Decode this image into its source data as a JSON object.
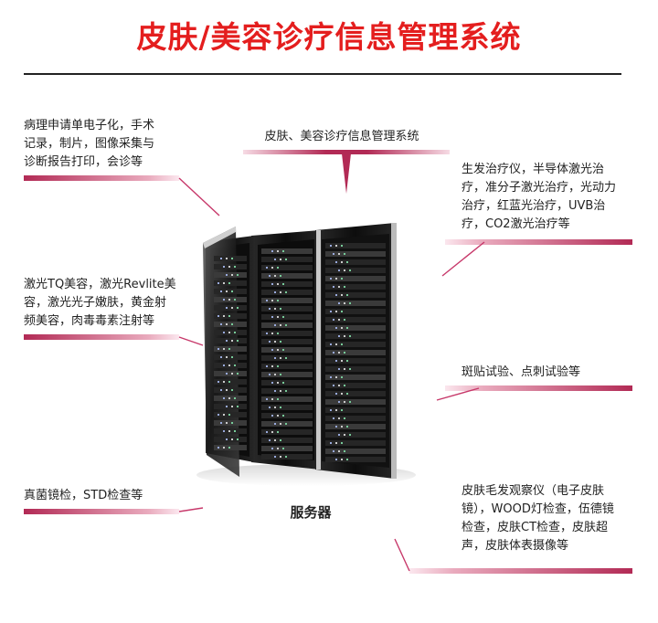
{
  "title": "皮肤/美容诊疗信息管理系统",
  "center": {
    "label": "皮肤、美容诊疗信息管理系统"
  },
  "server_caption": "服务器",
  "boxes": {
    "pathology": "病理申请单电子化，手术\n记录，制片，图像采集与\n诊断报告打印，会诊等",
    "laser_beauty": "激光TQ美容，激光Revlite美\n容，激光光子嫩肤，黄金射\n频美容，肉毒毒素注射等",
    "fungal": "真菌镜检，STD检查等",
    "hair_therapy": "生发治疗仪，半导体激光治\n疗，准分子激光治疗，光动力\n治疗，红蓝光治疗，UVB治\n疗，CO2激光治疗等",
    "patch_test": "斑贴试验、点刺试验等",
    "dermoscopy": "皮肤毛发观察仪（电子皮肤\n镜），WOOD灯检查，伍德镜\n检查，皮肤CT检查，皮肤超\n声，皮肤体表摄像等"
  },
  "colors": {
    "title": "#e41e1e",
    "accent": "#b22a55"
  }
}
